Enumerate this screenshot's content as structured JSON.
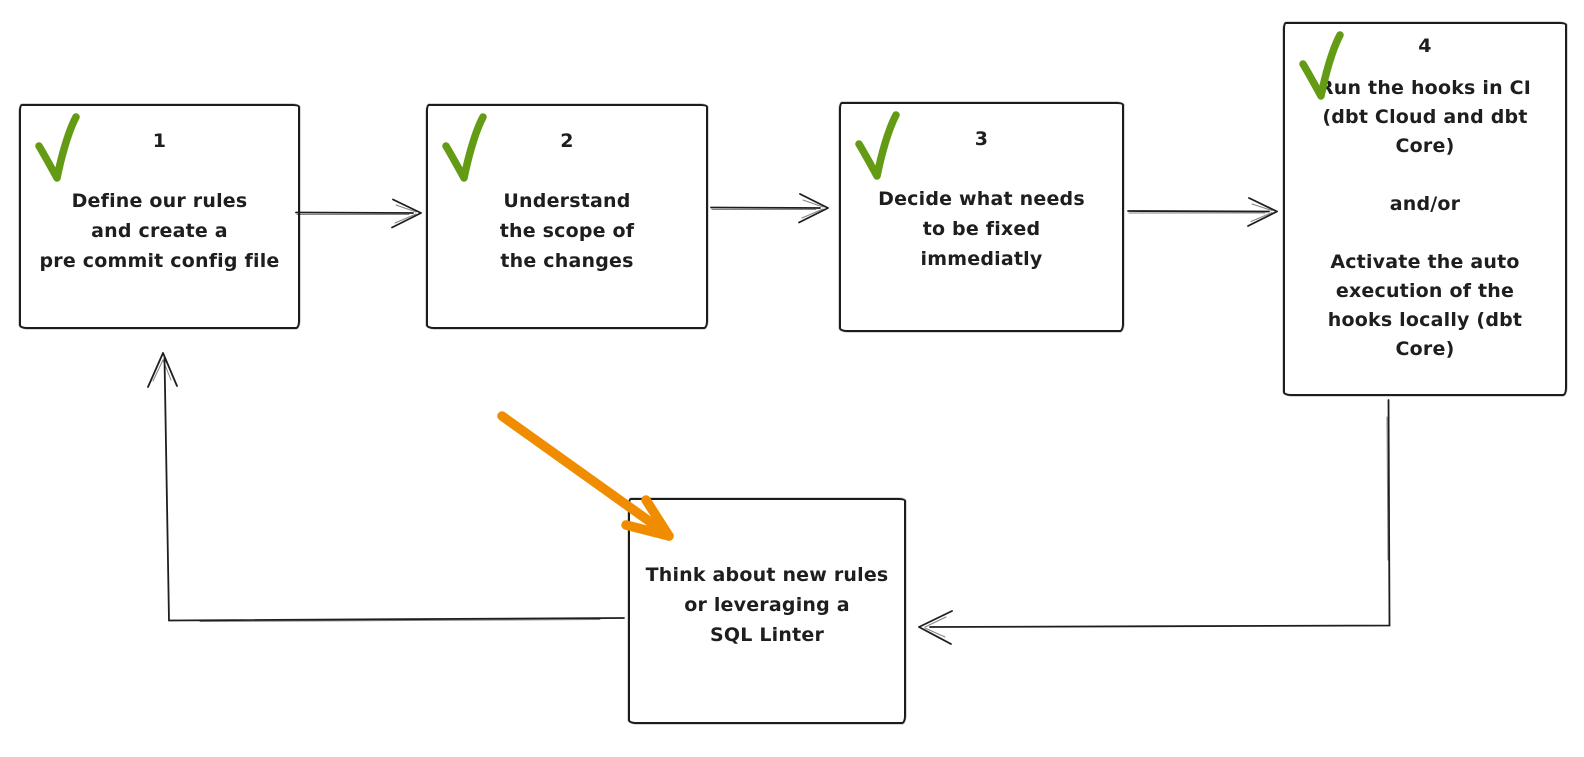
{
  "diagram": {
    "colors": {
      "background": "#ffffff",
      "stroke": "#1e1e1e",
      "check_green": "#639b14",
      "highlight_orange": "#f08c00"
    },
    "icons": {
      "check": "checkmark-icon",
      "check_glyph": "✓"
    },
    "steps": [
      {
        "number": "1",
        "checked": true,
        "label": "Define our rules\nand create a\npre commit config file"
      },
      {
        "number": "2",
        "checked": true,
        "label": "Understand\nthe scope of\nthe changes"
      },
      {
        "number": "3",
        "checked": true,
        "label": "Decide what needs\nto be fixed\nimmediatly"
      },
      {
        "number": "4",
        "checked": true,
        "label": "Run the hooks in CI\n(dbt Cloud and dbt\nCore)\n\nand/or\n\nActivate the auto\nexecution of the\nhooks locally (dbt\nCore)"
      }
    ],
    "feedback": {
      "label": "Think about new rules\nor leveraging a\nSQL Linter"
    },
    "connections": [
      {
        "from": "step-1",
        "to": "step-2"
      },
      {
        "from": "step-2",
        "to": "step-3"
      },
      {
        "from": "step-3",
        "to": "step-4"
      },
      {
        "from": "step-4",
        "to": "feedback"
      },
      {
        "from": "feedback",
        "to": "step-1"
      },
      {
        "from": "highlight",
        "to": "feedback"
      }
    ]
  }
}
